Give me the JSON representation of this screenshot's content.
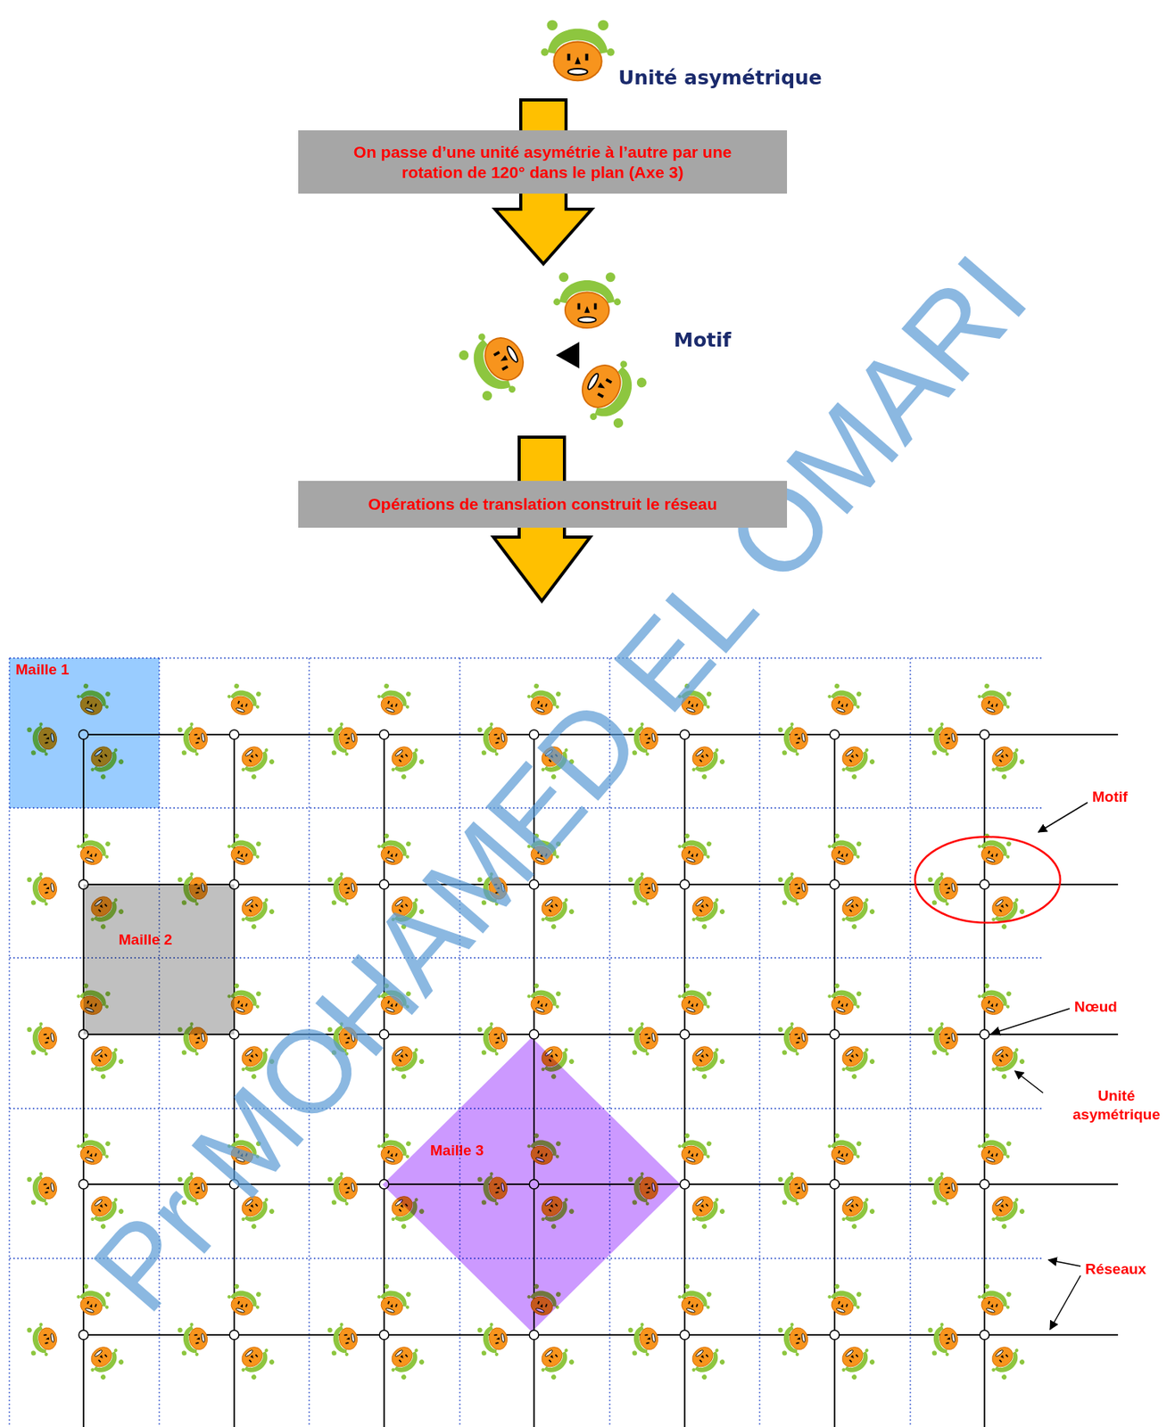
{
  "diagram": {
    "nodes": [
      {
        "text": [
          "On passe d’une unité asymétrie à l’autre par une rotation de 120° dans le plan (Axe 3)"
        ]
      },
      {
        "text": [
          "Opérations de translation construit le réseau"
        ]
      },
      {
        "text": [
          "Maille 1"
        ]
      },
      {
        "text": [
          "Maille 2"
        ]
      },
      {
        "text": [
          "Maille 3"
        ]
      }
    ],
    "labels": [
      "Unité asymétrique",
      "Motif",
      "Motif",
      "Nœud",
      "Unité asymétrique",
      "Réseaux",
      "Pr MOHAMED EL OMARI"
    ]
  }
}
